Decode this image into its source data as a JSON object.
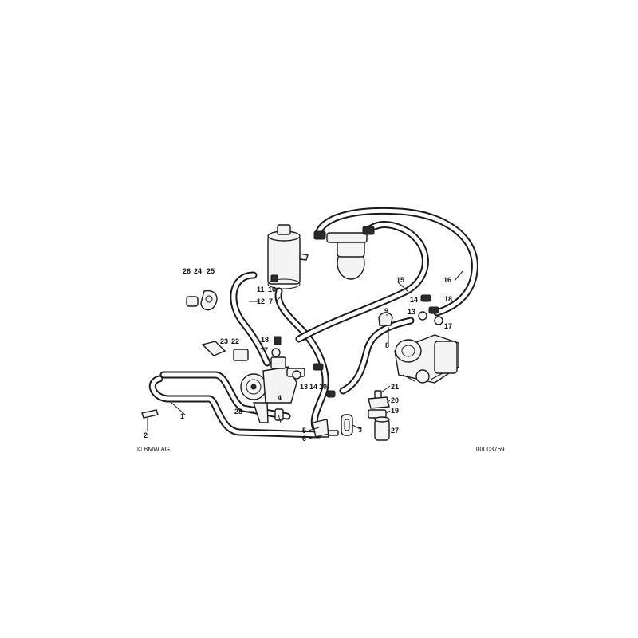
{
  "callouts": [
    {
      "id": "c1",
      "text": "1"
    },
    {
      "id": "c2",
      "text": "2"
    },
    {
      "id": "c3",
      "text": "3"
    },
    {
      "id": "c4",
      "text": "4"
    },
    {
      "id": "c5",
      "text": "5"
    },
    {
      "id": "c6",
      "text": "6"
    },
    {
      "id": "c7",
      "text": "7"
    },
    {
      "id": "c8",
      "text": "8"
    },
    {
      "id": "c9",
      "text": "9"
    },
    {
      "id": "c10a",
      "text": "10"
    },
    {
      "id": "c10b",
      "text": "10"
    },
    {
      "id": "c11",
      "text": "11"
    },
    {
      "id": "c12",
      "text": "12"
    },
    {
      "id": "c13a",
      "text": "13"
    },
    {
      "id": "c13b",
      "text": "13"
    },
    {
      "id": "c14a",
      "text": "14"
    },
    {
      "id": "c14b",
      "text": "14"
    },
    {
      "id": "c15",
      "text": "15"
    },
    {
      "id": "c16",
      "text": "16"
    },
    {
      "id": "c17a",
      "text": "17"
    },
    {
      "id": "c17b",
      "text": "17"
    },
    {
      "id": "c18a",
      "text": "18"
    },
    {
      "id": "c18b",
      "text": "18"
    },
    {
      "id": "c19",
      "text": "19"
    },
    {
      "id": "c20",
      "text": "20"
    },
    {
      "id": "c21",
      "text": "21"
    },
    {
      "id": "c22",
      "text": "22"
    },
    {
      "id": "c23",
      "text": "23"
    },
    {
      "id": "c24",
      "text": "24"
    },
    {
      "id": "c25",
      "text": "25"
    },
    {
      "id": "c26",
      "text": "26"
    },
    {
      "id": "c27",
      "text": "27"
    },
    {
      "id": "c28",
      "text": "28"
    }
  ],
  "footer": {
    "copyright": "© BMW AG",
    "drawing_number": "00003769"
  }
}
